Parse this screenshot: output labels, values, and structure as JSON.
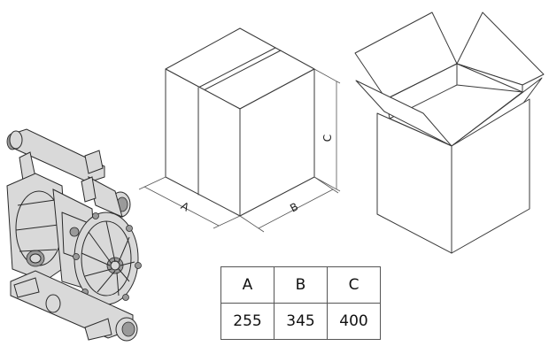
{
  "diagram": {
    "closed_box_labels": {
      "a": "A",
      "b": "B",
      "c": "C"
    }
  },
  "table": {
    "headers": [
      "A",
      "B",
      "C"
    ],
    "values": [
      "255",
      "345",
      "400"
    ]
  }
}
